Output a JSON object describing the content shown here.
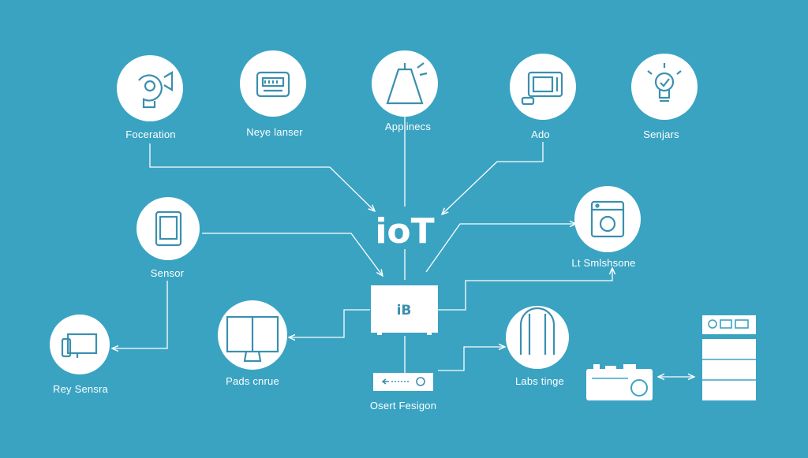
{
  "diagram": {
    "hub_title": "ioT",
    "hub_badge": "iB",
    "colors": {
      "background": "#3aa3c2",
      "foreground": "#ffffff",
      "icon_stroke": "#3b8fae"
    },
    "nodes": [
      {
        "id": "foceration",
        "label": "Foceration",
        "icon": "camera-icon"
      },
      {
        "id": "neye-lanser",
        "label": "Neye lanser",
        "icon": "radio-icon"
      },
      {
        "id": "appliances",
        "label": "Applinecs",
        "icon": "lamp-icon"
      },
      {
        "id": "ado",
        "label": "Ado",
        "icon": "microwave-icon"
      },
      {
        "id": "sensors",
        "label": "Senjars",
        "icon": "lightbulb-icon"
      },
      {
        "id": "sensor",
        "label": "Sensor",
        "icon": "tablet-icon"
      },
      {
        "id": "lt-smartphone",
        "label": "Lt Smlshsone",
        "icon": "washer-icon"
      },
      {
        "id": "rey-sensra",
        "label": "Rey Sensra",
        "icon": "monitor-icon"
      },
      {
        "id": "pads-cnrue",
        "label": "Pads cnrue",
        "icon": "display-icon"
      },
      {
        "id": "osert-fesigon",
        "label": "Osert Fesigon",
        "icon": "router-icon"
      },
      {
        "id": "labs-tinge",
        "label": "Labs tinge",
        "icon": "fridge-icon"
      }
    ]
  }
}
